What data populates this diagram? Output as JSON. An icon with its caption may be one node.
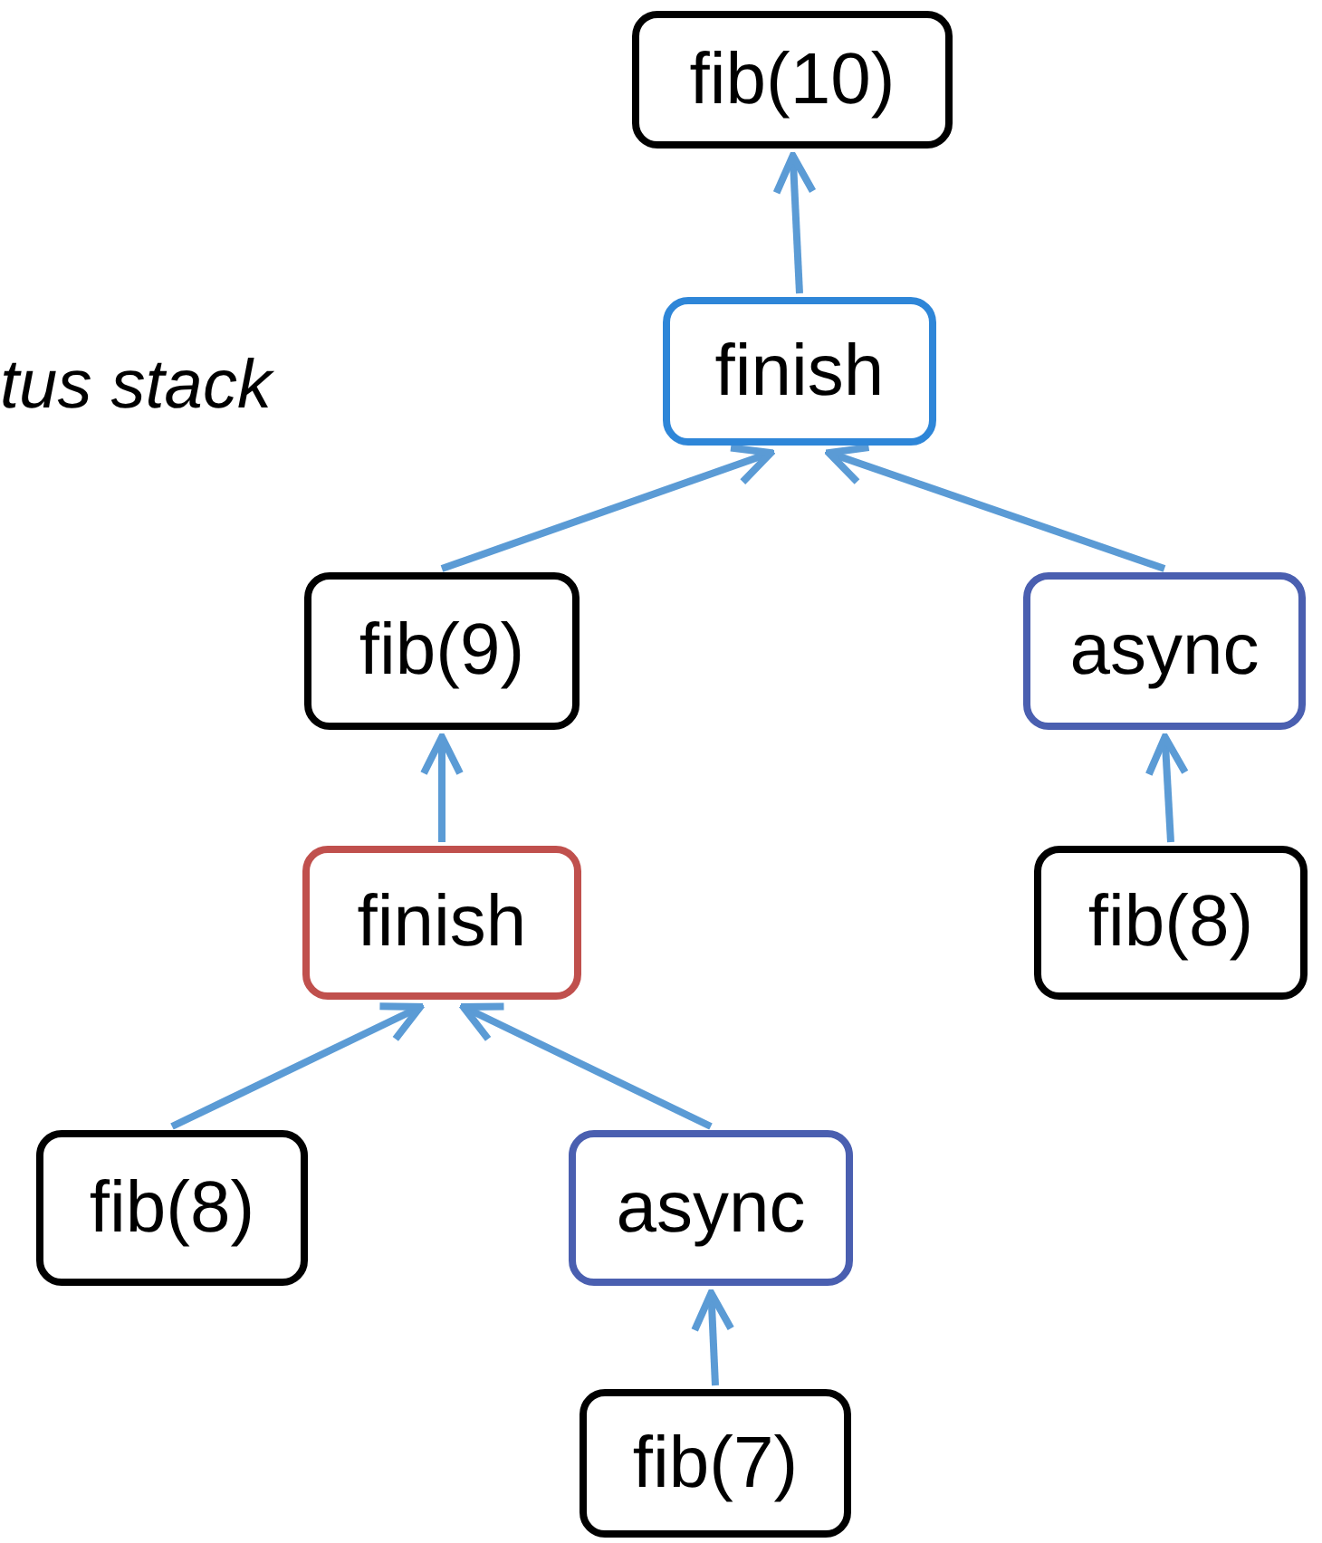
{
  "diagram": {
    "nodes": [
      {
        "text": [
          "fib(10)"
        ]
      },
      {
        "text": [
          "finish"
        ]
      },
      {
        "text": [
          "fib(9)"
        ]
      },
      {
        "text": [
          "async"
        ]
      },
      {
        "text": [
          "finish"
        ]
      },
      {
        "text": [
          "fib(8)"
        ]
      },
      {
        "text": [
          "fib(8)"
        ]
      },
      {
        "text": [
          "async"
        ]
      },
      {
        "text": [
          "fib(7)"
        ]
      }
    ],
    "edges": [
      {
        "from": 1,
        "to": 0,
        "arrow": "to"
      },
      {
        "from": 2,
        "to": 1,
        "arrow": "to"
      },
      {
        "from": 3,
        "to": 1,
        "arrow": "to"
      },
      {
        "from": 4,
        "to": 2,
        "arrow": "to"
      },
      {
        "from": 5,
        "to": 3,
        "arrow": "to"
      },
      {
        "from": 6,
        "to": 4,
        "arrow": "to"
      },
      {
        "from": 7,
        "to": 4,
        "arrow": "to"
      },
      {
        "from": 8,
        "to": 7,
        "arrow": "to"
      }
    ],
    "labels": [
      "tus stack"
    ]
  }
}
